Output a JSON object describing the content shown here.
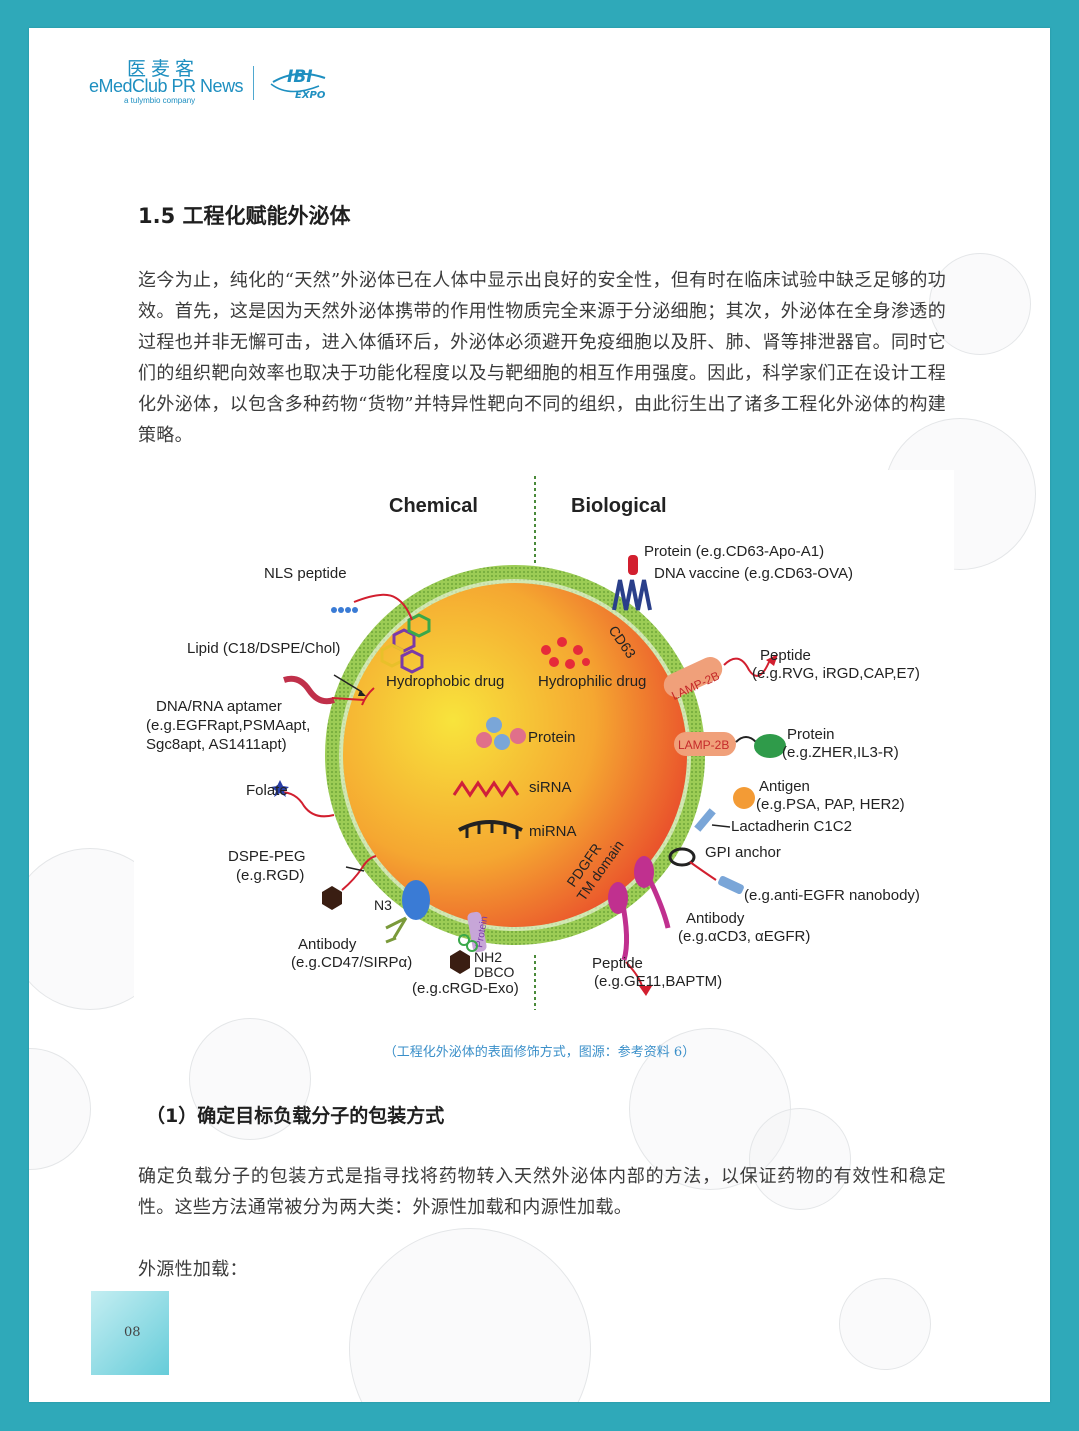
{
  "header": {
    "logo_cn": "医麦客",
    "logo_en": "eMedClub PR News",
    "logo_sub": "a tulymbio company",
    "partner_logo_text": "IBI",
    "partner_logo_sub": "EXPO"
  },
  "section_title": "1.5 工程化赋能外泌体",
  "intro_paragraph": "迄今为止，纯化的“天然”外泌体已在人体中显示出良好的安全性，但有时在临床试验中缺乏足够的功效。首先，这是因为天然外泌体携带的作用性物质完全来源于分泌细胞；其次，外泌体在全身渗透的过程也并非无懈可击，进入体循环后，外泌体必须避开免疫细胞以及肝、肺、肾等排泄器官。同时它们的组织靶向效率也取决于功能化程度以及与靶细胞的相互作用强度。因此，科学家们正在设计工程化外泌体，以包含多种药物“货物”并特异性靶向不同的组织，由此衍生出了诸多工程化外泌体的构建策略。",
  "figure": {
    "heading_left": "Chemical",
    "heading_right": "Biological",
    "left_labels": {
      "nls": "NLS peptide",
      "lipid": "Lipid (C18/DSPE/Chol)",
      "aptamer_1": "DNA/RNA aptamer",
      "aptamer_2": "(e.g.EGFRapt,PSMAapt,",
      "aptamer_3": "Sgc8apt, AS1411apt)",
      "folate": "Folate",
      "dspe_1": "DSPE-PEG",
      "dspe_2": "(e.g.RGD)",
      "n3": "N3",
      "antibody_1": "Antibody",
      "antibody_2": "(e.g.CD47/SIRPα)",
      "nh2": "NH2",
      "dbco": "DBCO",
      "crgd": "(e.g.cRGD-Exo)",
      "protein_tag": "Protein"
    },
    "inner_labels": {
      "hydrophobic": "Hydrophobic drug",
      "hydrophilic": "Hydrophilic drug",
      "protein": "Protein",
      "sirna": "siRNA",
      "mirna": "miRNA",
      "cd63": "CD63",
      "pdgfr_1": "PDGFR",
      "pdgfr_2": "TM domain",
      "lamp2b_a": "LAMP-2B",
      "lamp2b_b": "LAMP-2B"
    },
    "right_labels": {
      "protein_1": "Protein (e.g.CD63-Apo-A1)",
      "dna_vaccine": "DNA vaccine (e.g.CD63-OVA)",
      "peptide_1": "Peptide",
      "peptide_2": "(e.g.RVG, iRGD,CAP,E7)",
      "protein_2a": "Protein",
      "protein_2b": "(e.g.ZHER,IL3-R)",
      "antigen_1": "Antigen",
      "antigen_2": "(e.g.PSA, PAP, HER2)",
      "lactadherin": "Lactadherin C1C2",
      "gpi": "GPI anchor",
      "nanobody": "(e.g.anti-EGFR nanobody)",
      "antibody_1": "Antibody",
      "antibody_2": "(e.g.αCD3, αEGFR)",
      "peptide_3a": "Peptide",
      "peptide_3b": "(e.g.GE11,BAPTM)"
    },
    "colors": {
      "core_inner": "#f5e23a",
      "core_outer": "#ea4a2a",
      "membrane": "#8bc34a",
      "red_strand": "#d21f2f",
      "lamp_pill": "#f0a07a",
      "green_blob": "#2f9b4a",
      "magenta": "#c0308f",
      "blue_ab": "#3a7bd5"
    }
  },
  "caption": "（工程化外泌体的表面修饰方式，图源：参考资料 6）",
  "sub_title": "（1）确定目标负载分子的包装方式",
  "body_paragraph": "确定负载分子的包装方式是指寻找将药物转入天然外泌体内部的方法，以保证药物的有效性和稳定性。这些方法通常被分为两大类：外源性加载和内源性加载。",
  "loading_label": "外源性加载：",
  "page_number": "08"
}
